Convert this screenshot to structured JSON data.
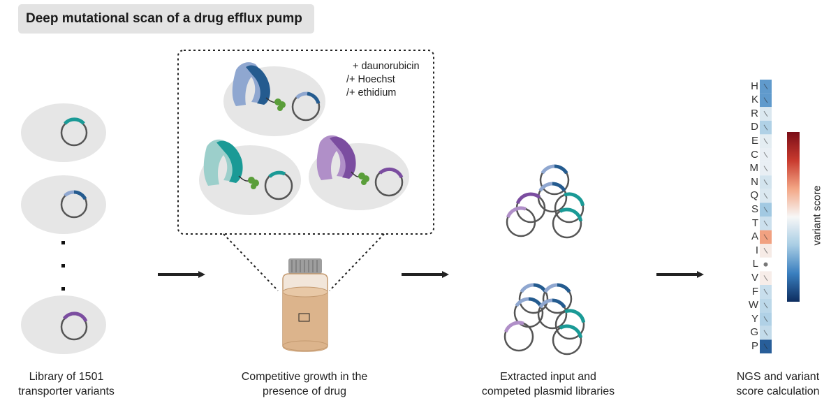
{
  "title": "Deep mutational scan of a drug efflux pump",
  "drugs": [
    "+ daunorubicin",
    "/+ Hoechst",
    "/+ ethidium"
  ],
  "captions": {
    "library": [
      "Library of 1501",
      "transporter variants"
    ],
    "growth": [
      "Competitive growth in the",
      "presence of drug"
    ],
    "extracted": [
      "Extracted input and",
      "competed plasmid libraries"
    ],
    "ngs": [
      "NGS and variant",
      "score calculation"
    ]
  },
  "heatmap": {
    "amino_acids": [
      "H",
      "K",
      "R",
      "D",
      "E",
      "C",
      "M",
      "N",
      "Q",
      "S",
      "T",
      "A",
      "I",
      "L",
      "V",
      "F",
      "W",
      "Y",
      "G",
      "P"
    ],
    "scores": [
      -0.55,
      -0.55,
      -0.12,
      -0.3,
      -0.08,
      -0.06,
      -0.06,
      -0.15,
      -0.12,
      -0.35,
      -0.18,
      0.35,
      0.05,
      null,
      0.04,
      -0.2,
      -0.25,
      -0.3,
      -0.22,
      -0.8
    ],
    "colorbar_label": "variant score",
    "colorscale": [
      "#7a0d17",
      "#c83a2e",
      "#f3a685",
      "#f7f7f7",
      "#a8cde4",
      "#3a7fbf",
      "#0d2d5f"
    ]
  },
  "colors": {
    "teal": "#1a9a96",
    "blue_dark": "#245b8f",
    "blue_light": "#8fa7d0",
    "purple": "#7b4da0",
    "purple_light": "#b08fc8",
    "cell_bg": "#e6e6e6",
    "plasmid": "#555555",
    "gfp": "#5a9e3a",
    "jar_liquid": "#dcb48c"
  }
}
